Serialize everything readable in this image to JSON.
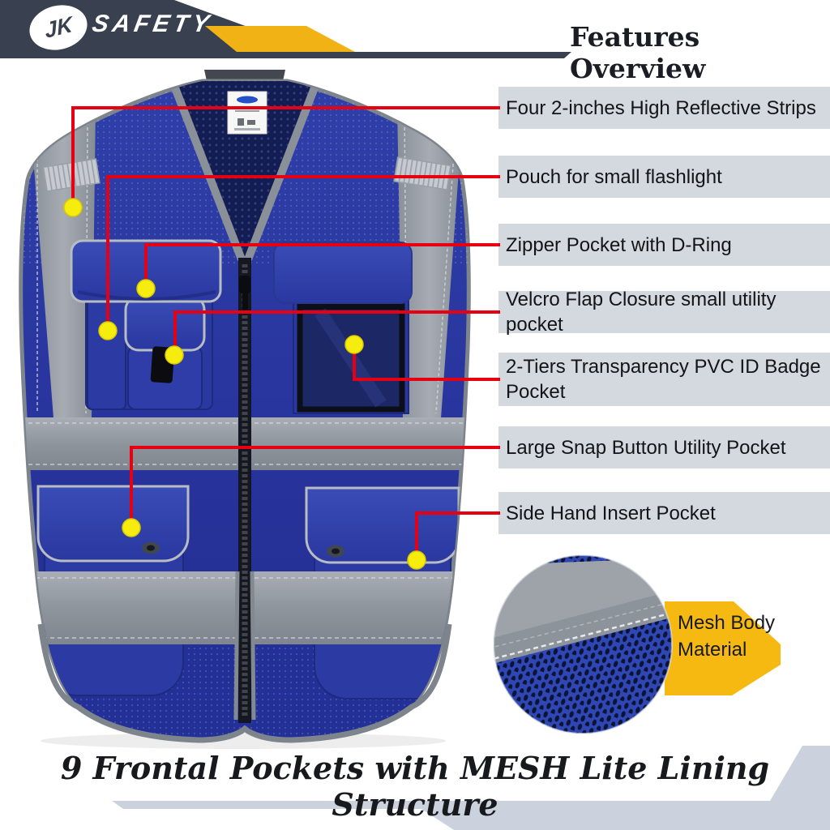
{
  "header": {
    "brand": {
      "monogram": "JK",
      "word": "SAFETY"
    },
    "title": "Features Overview"
  },
  "callouts": [
    {
      "label": "Four 2-inches High Reflective Strips"
    },
    {
      "label": "Pouch for small flashlight"
    },
    {
      "label": "Zipper Pocket with D-Ring"
    },
    {
      "label": "Velcro Flap Closure small utility pocket"
    },
    {
      "label": "2-Tiers Transparency PVC ID Badge Pocket"
    },
    {
      "label": "Large Snap Button Utility Pocket"
    },
    {
      "label": "Side Hand Insert Pocket"
    }
  ],
  "inset": {
    "label": "Mesh Body Material"
  },
  "footer": {
    "caption": "9 Frontal Pockets with MESH Lite Lining Structure"
  },
  "colors": {
    "callout_line": "#e60011",
    "callout_dot": "#f6ec0e",
    "banner_navy": "#39404f",
    "accent_yellow": "#f0b214",
    "label_bg": "#d4d9e0",
    "vest_blue": "#2b3aa3",
    "reflective_gray": "#949aa1",
    "ribbon_gray": "#ccd2dd"
  }
}
